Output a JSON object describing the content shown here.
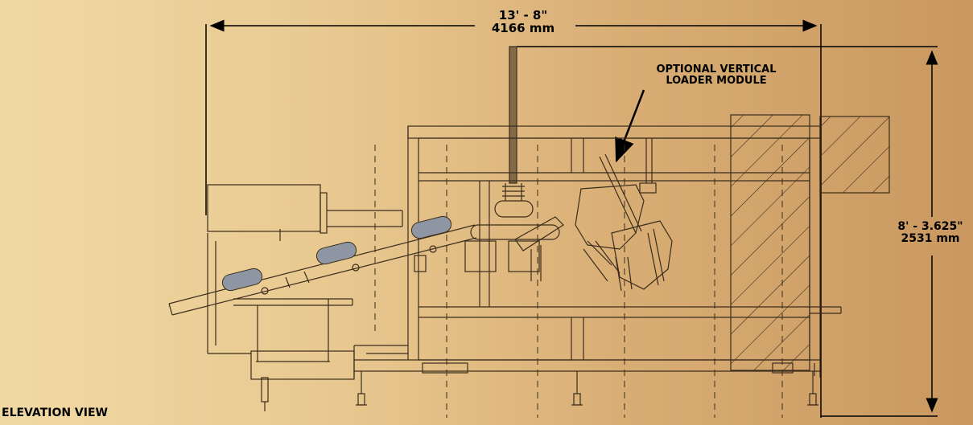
{
  "dimensions": {
    "overall_width": {
      "imperial": "13' - 8\"",
      "metric": "4166 mm"
    },
    "overall_height": {
      "imperial": "8' - 3.625\"",
      "metric": "2531 mm"
    }
  },
  "callout": {
    "line1": "OPTIONAL VERTICAL",
    "line2": "LOADER MODULE"
  },
  "view_title": "ELEVATION VIEW",
  "colors": {
    "line": "#3a2c1c",
    "product": "#8f96a3",
    "hatch": "#3a2c1c"
  }
}
